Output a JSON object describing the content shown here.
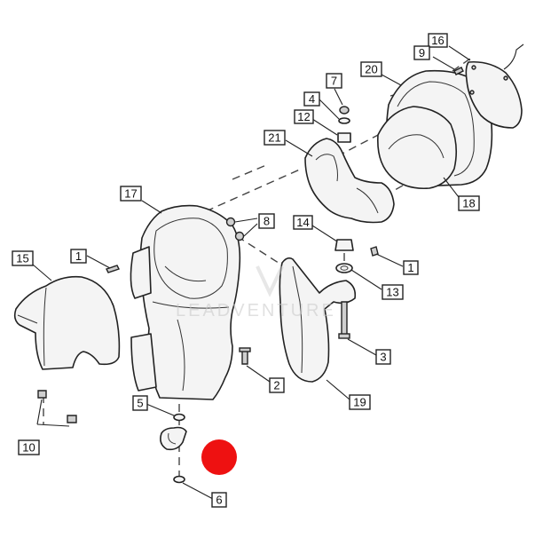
{
  "callouts": {
    "c1a": "1",
    "c1b": "1",
    "c2": "2",
    "c3": "3",
    "c4": "4",
    "c5": "5",
    "c6": "6",
    "c7": "7",
    "c8": "8",
    "c9": "9",
    "c10": "10",
    "c12": "12",
    "c13": "13",
    "c14": "14",
    "c15": "15",
    "c16": "16",
    "c17": "17",
    "c18": "18",
    "c19": "19",
    "c20": "20",
    "c21": "21"
  },
  "watermark": {
    "text": "LEADVENTURE"
  },
  "colors": {
    "marker": "#ee1111",
    "line": "#222222",
    "part_fill": "#f4f4f4"
  }
}
